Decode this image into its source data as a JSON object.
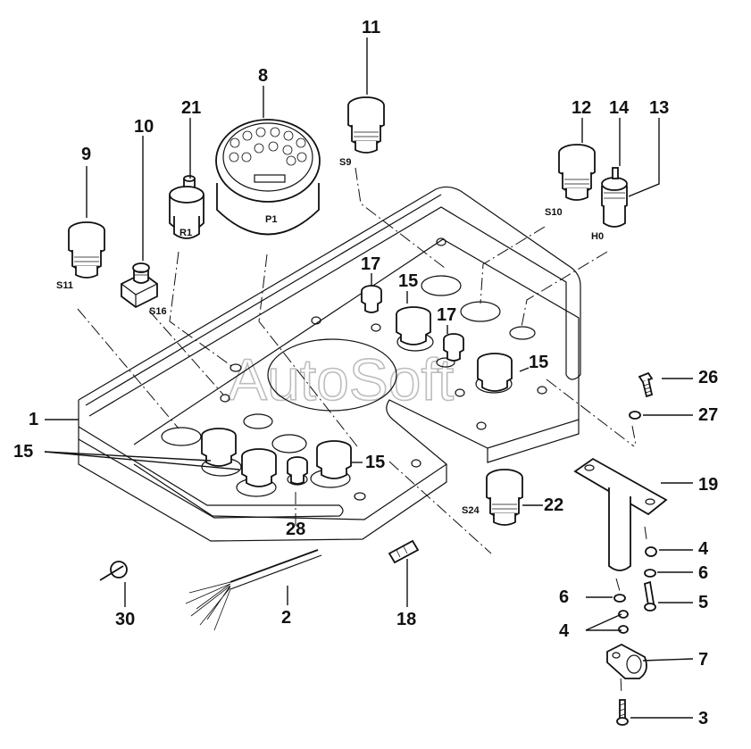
{
  "watermark": "AutoSoft",
  "part_numbers": {
    "n1": "1",
    "n2": "2",
    "n3": "3",
    "n4a": "4",
    "n4b": "4",
    "n5": "5",
    "n6a": "6",
    "n6b": "6",
    "n7": "7",
    "n8": "8",
    "n9": "9",
    "n10": "10",
    "n11": "11",
    "n12": "12",
    "n13": "13",
    "n14": "14",
    "n15a": "15",
    "n15b": "15",
    "n15c": "15",
    "n15d": "15",
    "n17a": "17",
    "n17b": "17",
    "n18": "18",
    "n19": "19",
    "n21": "21",
    "n22": "22",
    "n26": "26",
    "n27": "27",
    "n28": "28",
    "n30": "30"
  },
  "component_codes": {
    "p1": "P1",
    "r1": "R1",
    "s9": "S9",
    "s10": "S10",
    "h0": "H0",
    "s11": "S11",
    "s16": "S16",
    "s24": "S24"
  }
}
